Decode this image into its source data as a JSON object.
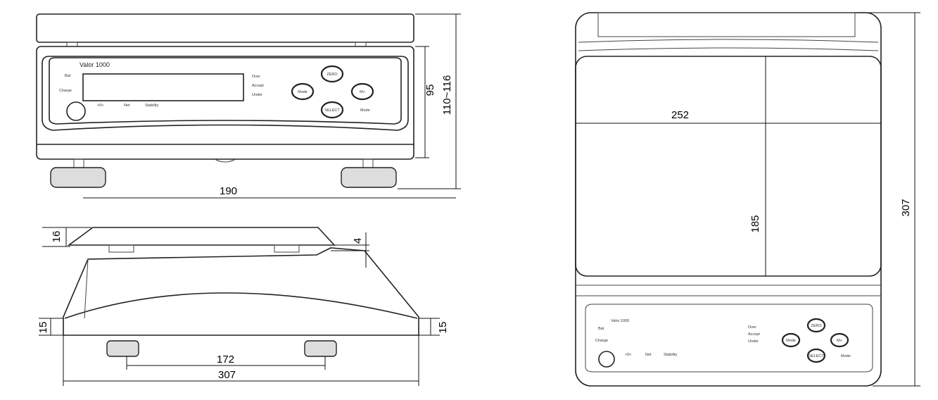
{
  "panel": {
    "model": "Valor 1000",
    "bat": "Bat",
    "charge": "Charge",
    "over": "Over",
    "accept": "Accept",
    "under": "Under",
    "zero_indicator": ">0<",
    "net": "Net",
    "stability": "Stability",
    "buttons": {
      "zero": "ZERO",
      "mode": "Mode",
      "mplus": "M+",
      "select": "SELECT",
      "mode_label": "Mode"
    }
  },
  "dimensions": {
    "front": {
      "body_height": "95",
      "total_height": "110~116",
      "width": "190"
    },
    "side": {
      "platform_height": "16",
      "gap": "4",
      "left_base": "15",
      "right_base": "15",
      "feet_spacing": "172",
      "depth": "307"
    },
    "top": {
      "platform_width": "252",
      "platform_depth": "185",
      "depth": "307"
    }
  }
}
